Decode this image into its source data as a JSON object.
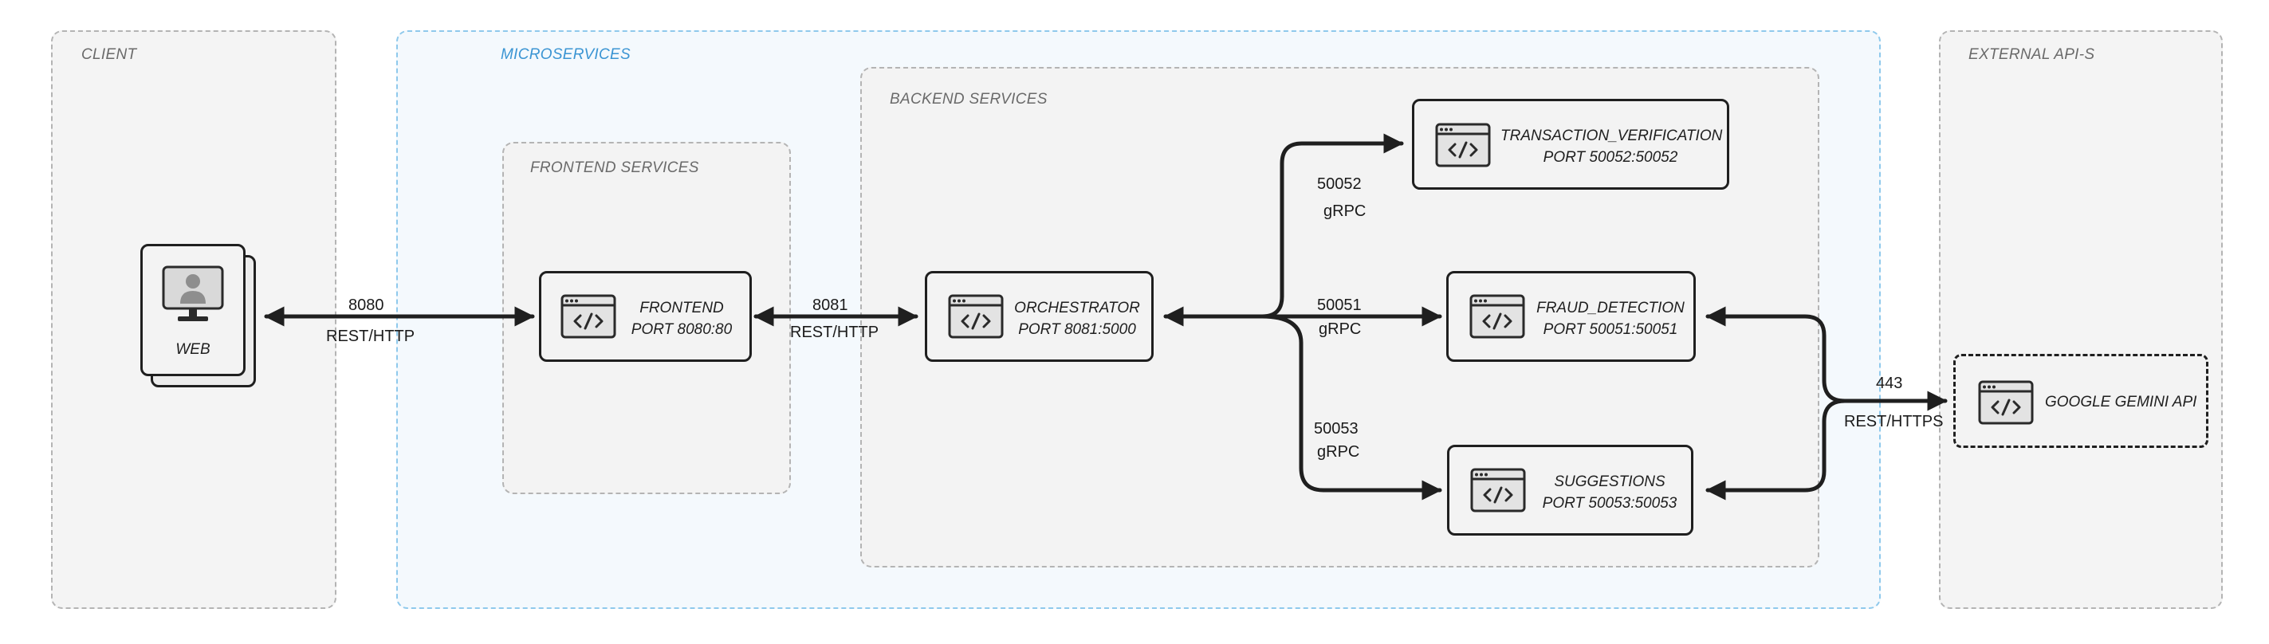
{
  "groups": {
    "client": "CLIENT",
    "microservices": "MICROSERVICES",
    "frontend_services": "FRONTEND SERVICES",
    "backend_services": "BACKEND SERVICES",
    "external": "EXTERNAL API-S"
  },
  "nodes": {
    "web": {
      "label": "WEB",
      "icon": "monitor-user-icon"
    },
    "frontend": {
      "name": "FRONTEND",
      "port": "PORT 8080:80",
      "icon": "code-window-icon"
    },
    "orchestrator": {
      "name": "ORCHESTRATOR",
      "port": "PORT 8081:5000",
      "icon": "code-window-icon"
    },
    "transaction_verification": {
      "name": "TRANSACTION_VERIFICATION",
      "port": "PORT 50052:50052",
      "icon": "code-window-icon"
    },
    "fraud_detection": {
      "name": "FRAUD_DETECTION",
      "port": "PORT 50051:50051",
      "icon": "code-window-icon"
    },
    "suggestions": {
      "name": "SUGGESTIONS",
      "port": "PORT 50053:50053",
      "icon": "code-window-icon"
    },
    "gemini": {
      "name": "GOOGLE GEMINI API",
      "icon": "code-window-icon"
    }
  },
  "edges": {
    "web_frontend": {
      "port": "8080",
      "protocol": "REST/HTTP"
    },
    "frontend_orchestrator": {
      "port": "8081",
      "protocol": "REST/HTTP"
    },
    "orch_transaction": {
      "port": "50052",
      "protocol": "gRPC"
    },
    "orch_fraud": {
      "port": "50051",
      "protocol": "gRPC"
    },
    "orch_suggestions": {
      "port": "50053",
      "protocol": "gRPC"
    },
    "services_gemini": {
      "port": "443",
      "protocol": "REST/HTTPS"
    }
  },
  "colors": {
    "stroke": "#1f1f1f",
    "group_border": "#b4b4b4",
    "microservices_border": "#8fc9ec",
    "microservices_label": "#3b95d3"
  }
}
